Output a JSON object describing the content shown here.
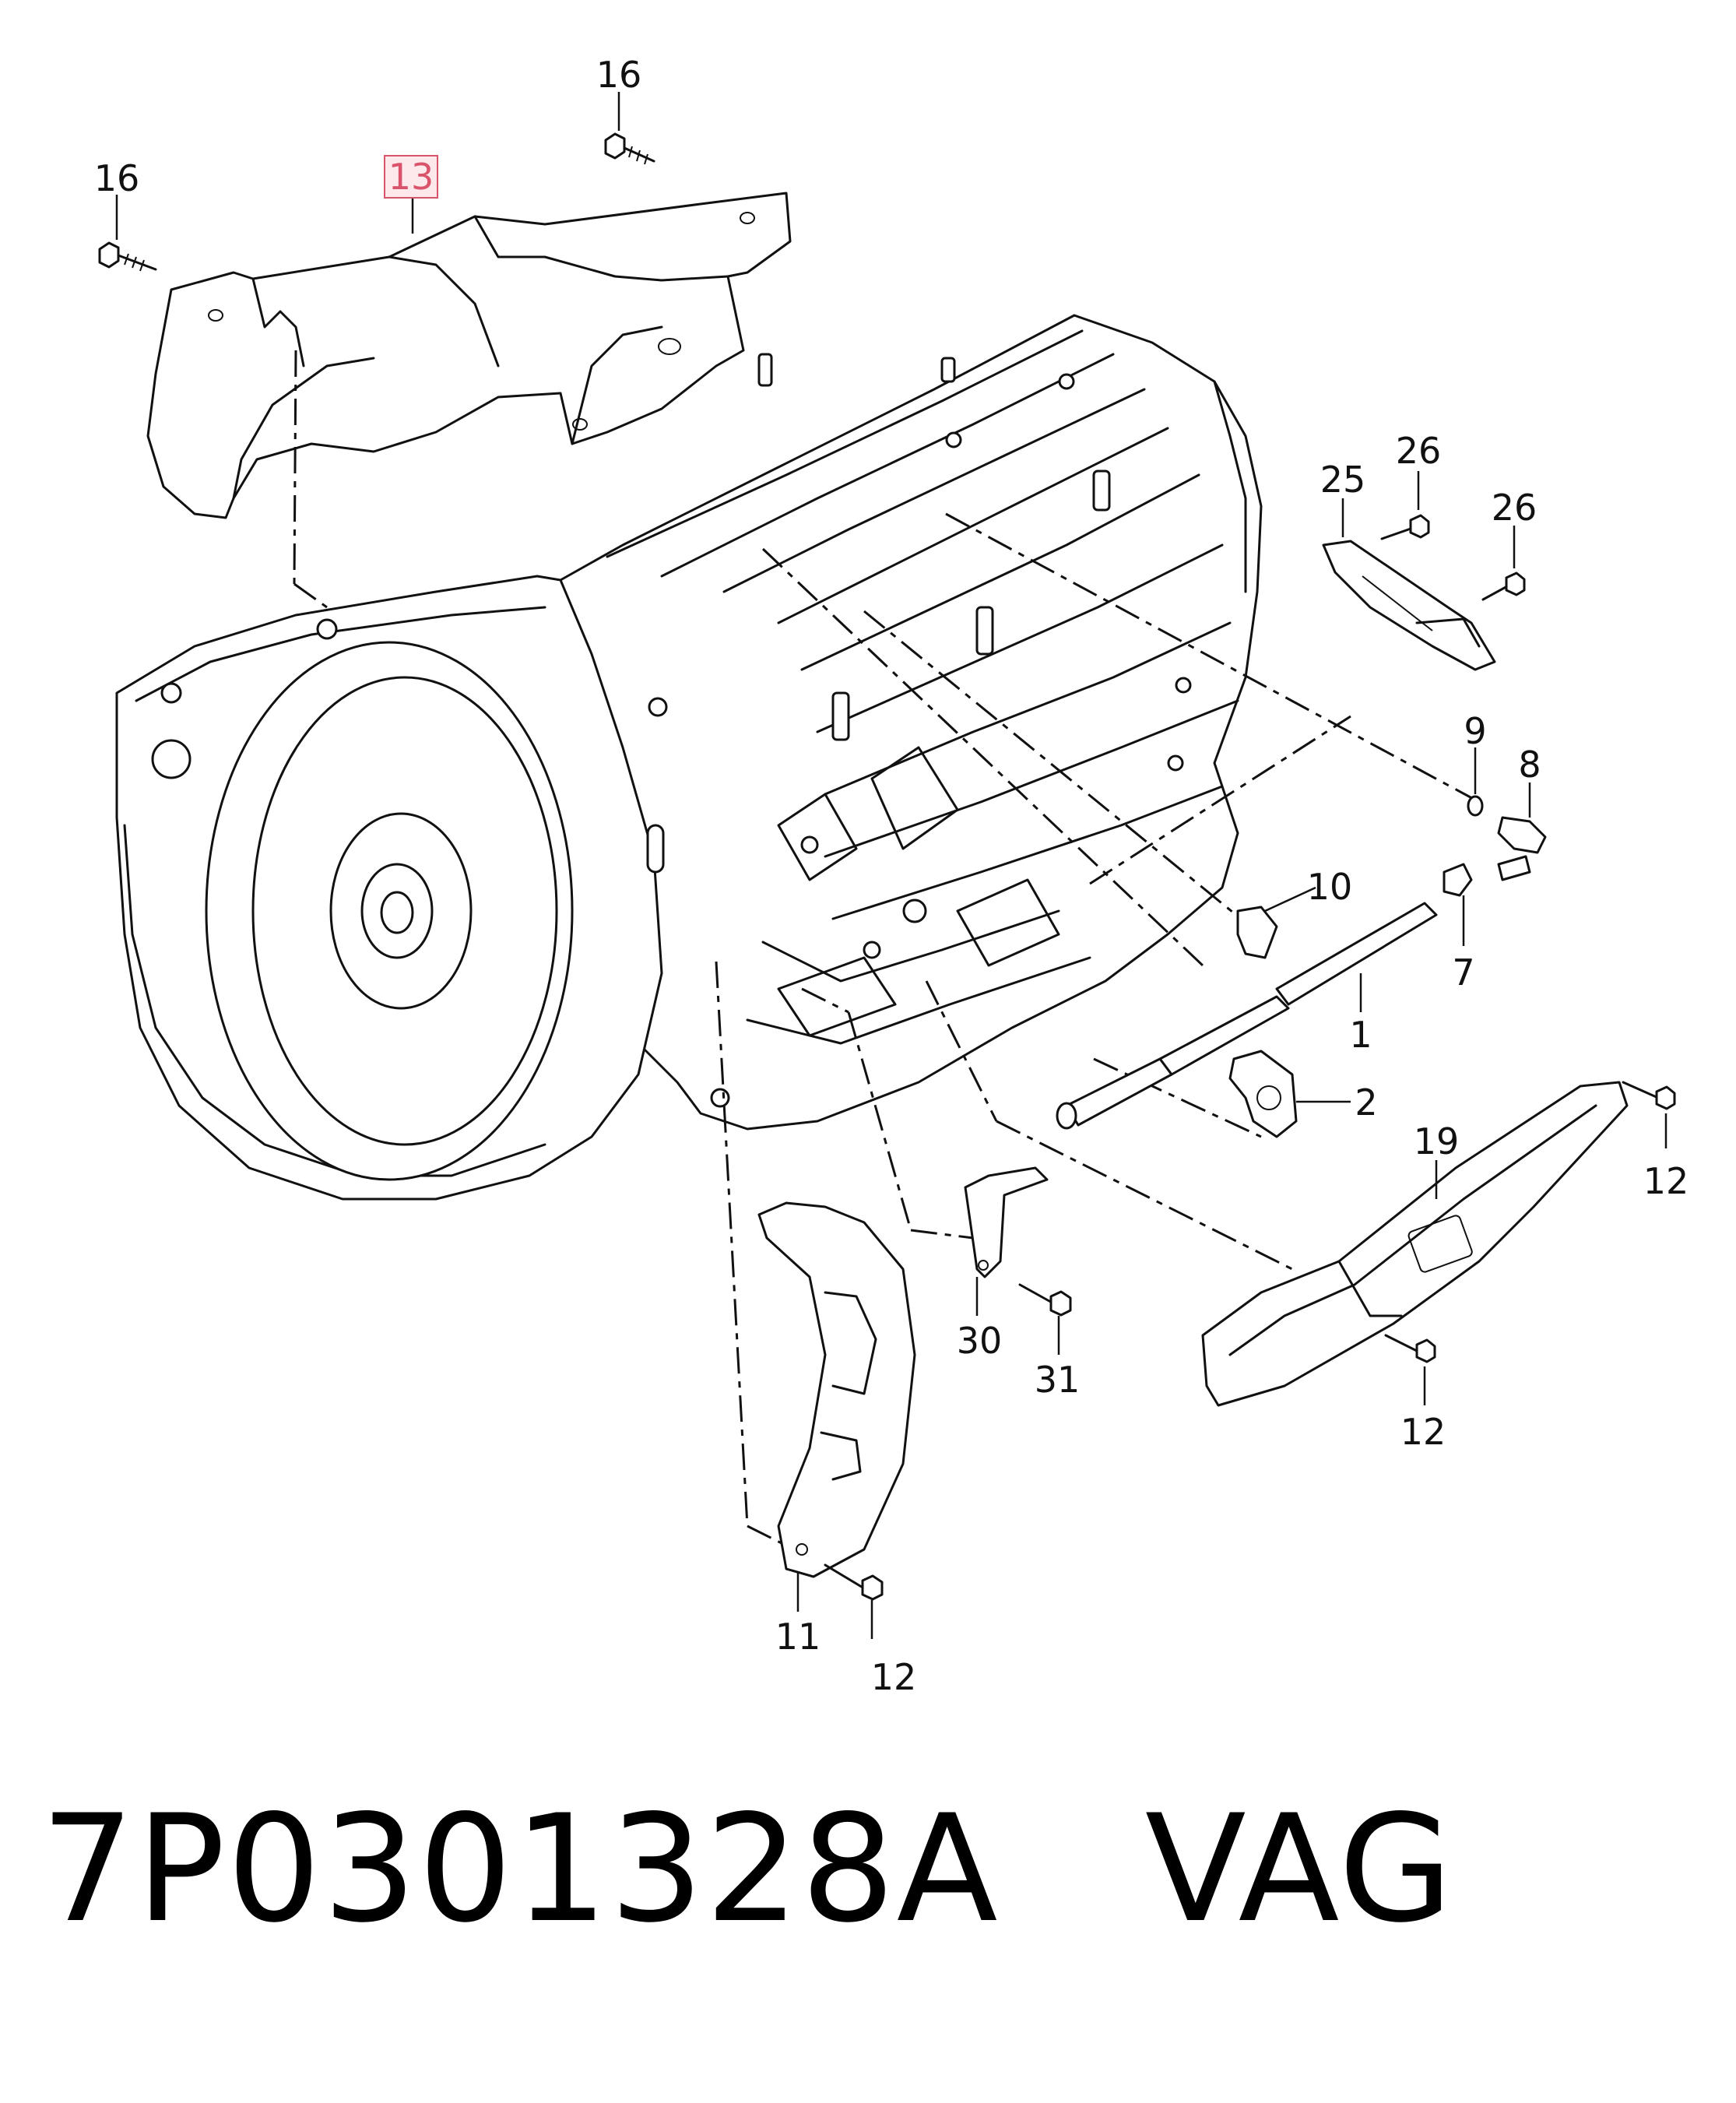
{
  "callouts": {
    "c16a": "16",
    "c16b": "16",
    "c13": "13",
    "c25": "25",
    "c26a": "26",
    "c26b": "26",
    "c9": "9",
    "c8": "8",
    "c10": "10",
    "c7": "7",
    "c1": "1",
    "c2": "2",
    "c19": "19",
    "c12a": "12",
    "c30": "30",
    "c31": "31",
    "c12b": "12",
    "c11": "11",
    "c12c": "12"
  },
  "highlight_color": "#d9536b",
  "highlight_fill": "#fde8ec",
  "caption": {
    "part_number": "7P0301328A",
    "brand": "VAG"
  }
}
